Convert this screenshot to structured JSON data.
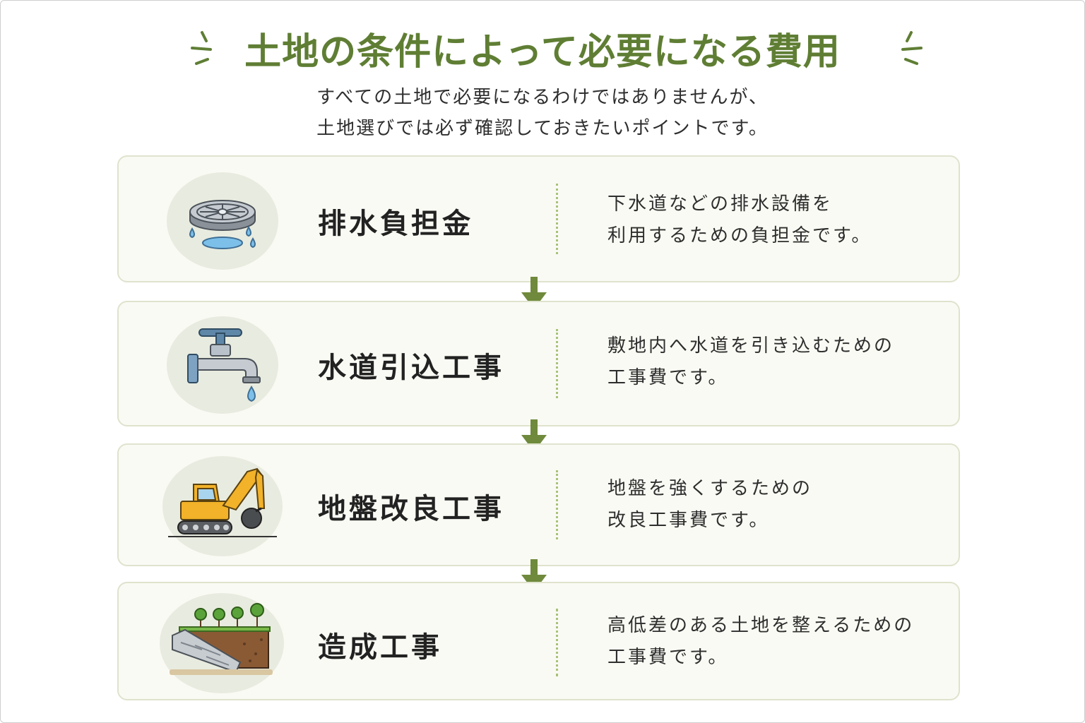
{
  "title": "土地の条件によって必要になる費用",
  "subtitle": {
    "line1": "すべての土地で必要になるわけではありませんが、",
    "line2": "土地選びでは必ず確認しておきたいポイントです。"
  },
  "colors": {
    "accent": "#5f7e34",
    "arrow": "#6f8a3c",
    "card_bg": "#fafaf4",
    "card_border": "#dfe3cd"
  },
  "items": [
    {
      "icon": "drain-icon",
      "name": "排水負担金",
      "desc_line1": "下水道などの排水設備を",
      "desc_line2": "利用するための負担金です。"
    },
    {
      "icon": "faucet-icon",
      "name": "水道引込工事",
      "desc_line1": "敷地内へ水道を引き込むための",
      "desc_line2": "工事費です。"
    },
    {
      "icon": "excavator-icon",
      "name": "地盤改良工事",
      "desc_line1": "地盤を強くするための",
      "desc_line2": "改良工事費です。"
    },
    {
      "icon": "retaining-wall-icon",
      "name": "造成工事",
      "desc_line1": "高低差のある土地を整えるための",
      "desc_line2": "工事費です。"
    }
  ]
}
